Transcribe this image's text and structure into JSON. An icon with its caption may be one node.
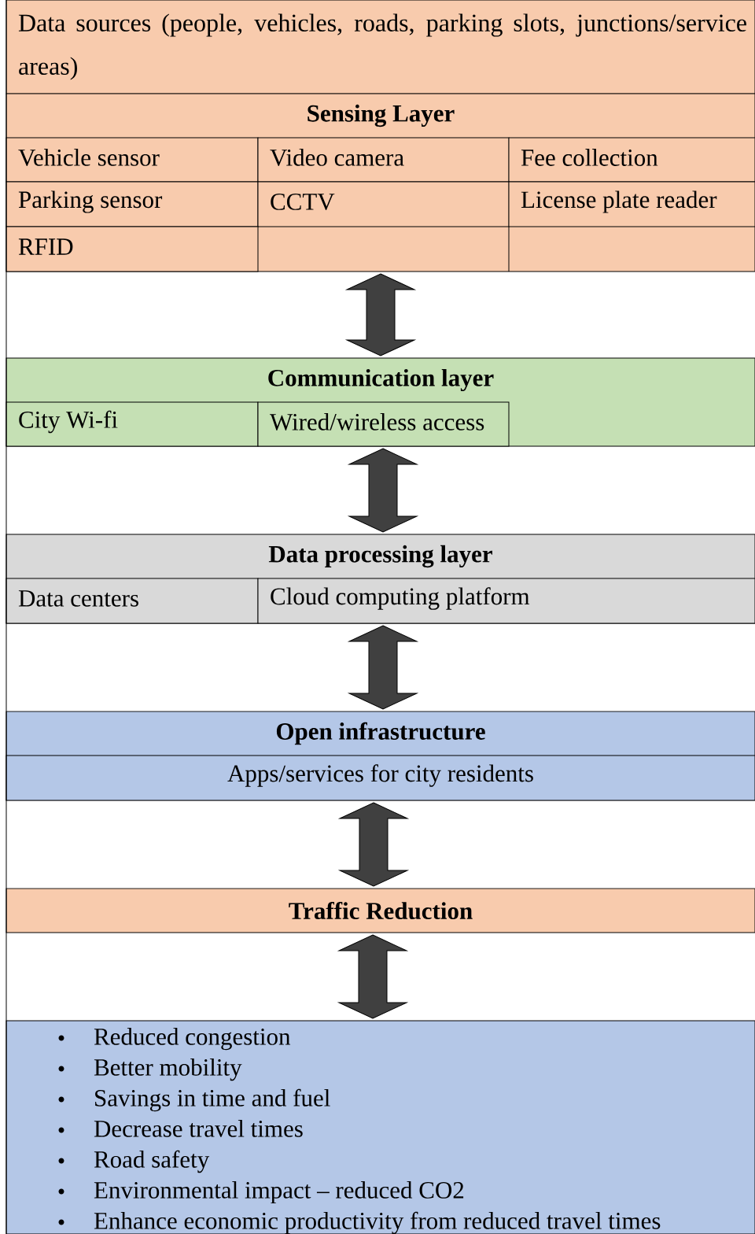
{
  "diagram": {
    "nodes": [
      {
        "text": [
          "Data sources (people, vehicles, roads, parking slots, junctions/service areas)"
        ]
      },
      {
        "text": [
          "Sensing Layer"
        ]
      },
      {
        "text": [
          "Vehicle sensor"
        ],
        "in": 1
      },
      {
        "text": [
          "Video camera"
        ],
        "in": 1
      },
      {
        "text": [
          "Fee collection"
        ],
        "in": 1
      },
      {
        "text": [
          "Parking sensor"
        ],
        "in": 1
      },
      {
        "text": [
          "CCTV"
        ],
        "in": 1
      },
      {
        "text": [
          "License plate reader"
        ],
        "in": 1
      },
      {
        "text": [
          "RFID"
        ],
        "in": 1
      },
      {
        "text": [
          "Communication layer"
        ]
      },
      {
        "text": [
          "City Wi-fi"
        ],
        "in": 9
      },
      {
        "text": [
          "Wired/wireless access"
        ],
        "in": 9
      },
      {
        "text": [
          "Data processing layer"
        ]
      },
      {
        "text": [
          "Data centers"
        ],
        "in": 12
      },
      {
        "text": [
          "Cloud computing platform"
        ],
        "in": 12
      },
      {
        "text": [
          "Open infrastructure"
        ]
      },
      {
        "text": [
          "Apps/services for city residents"
        ],
        "in": 15
      },
      {
        "text": [
          "Traffic Reduction"
        ]
      },
      {
        "text": [
          "Reduced congestion",
          "Better mobility",
          "Savings in time and fuel",
          "Decrease travel times",
          "Road safety",
          "Environmental impact – reduced CO2",
          "Enhance economic productivity from reduced travel times"
        ]
      }
    ],
    "edges": [
      {
        "from": 1,
        "to": 9,
        "arrow": "both"
      },
      {
        "from": 9,
        "to": 12,
        "arrow": "both"
      },
      {
        "from": 12,
        "to": 15,
        "arrow": "both"
      },
      {
        "from": 15,
        "to": 17,
        "arrow": "both"
      },
      {
        "from": 17,
        "to": 18,
        "arrow": "both"
      }
    ]
  }
}
